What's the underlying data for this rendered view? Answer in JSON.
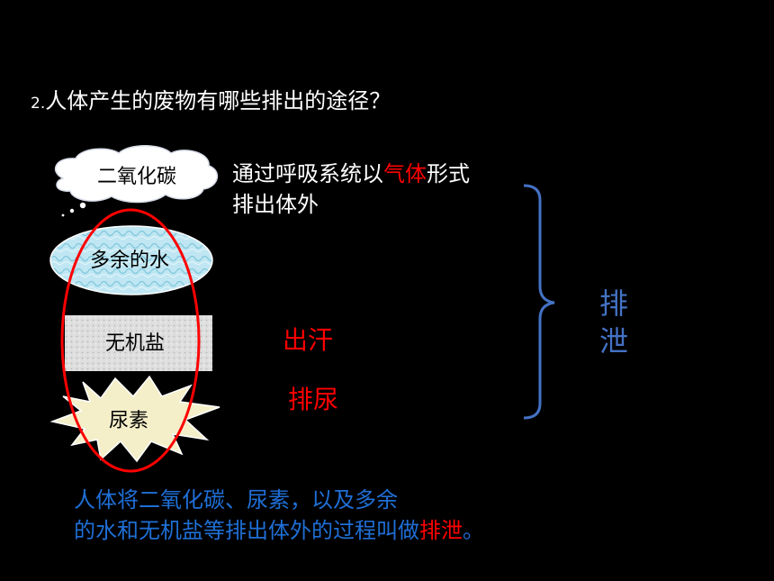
{
  "question": {
    "number": "2.",
    "text": "人体产生的废物有哪些排出的途径？"
  },
  "shapes": {
    "co2": "二氧化碳",
    "water": "多余的水",
    "salt": "无机盐",
    "urea": "尿素"
  },
  "description": {
    "line1_pre": "通过呼吸系统以",
    "line1_red": "气体",
    "line1_post": "形式",
    "line2": "排出体外"
  },
  "ways": {
    "sweat": "出汗",
    "urine": "排尿"
  },
  "term": {
    "char1": "排",
    "char2": "泄"
  },
  "summary": {
    "line1": "人体将二氧化碳、尿素，以及多余",
    "line2_pre": "的水和无机盐等排出体外的过程叫做",
    "line2_highlight": "排泄",
    "line2_post": "。"
  },
  "colors": {
    "background": "#000000",
    "highlight_red": "#ff0000",
    "term_blue": "#4472c4",
    "summary_blue": "#1f6fd6"
  }
}
